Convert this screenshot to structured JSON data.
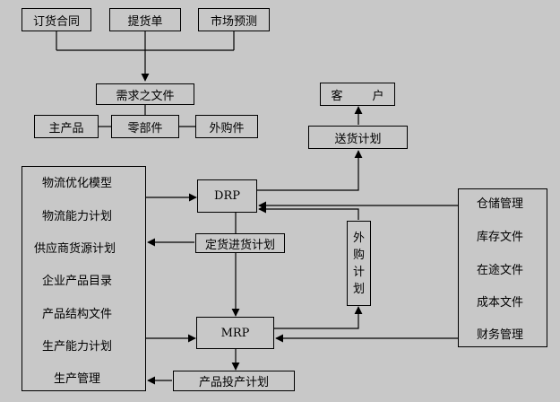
{
  "top_sources": [
    "订货合同",
    "提货单",
    "市场预测"
  ],
  "demand_doc": "需求之文件",
  "main_product": "主产品",
  "parts": "零部件",
  "outsourced_parts": "外购件",
  "customer": "客　户",
  "delivery_plan": "送货计划",
  "drp": "DRP",
  "mrp": "MRP",
  "order_plan": "定货进货计划",
  "outsourcing_plan": [
    "外",
    "购",
    "计",
    "划"
  ],
  "production_plan": "产品投产计划",
  "left_list": [
    "物流优化模型",
    "物流能力计划",
    "供应商货源计划",
    "企业产品目录",
    "产品结构文件",
    "生产能力计划",
    "生产管理"
  ],
  "right_list": [
    "仓储管理",
    "库存文件",
    "在途文件",
    "成本文件",
    "财务管理"
  ]
}
